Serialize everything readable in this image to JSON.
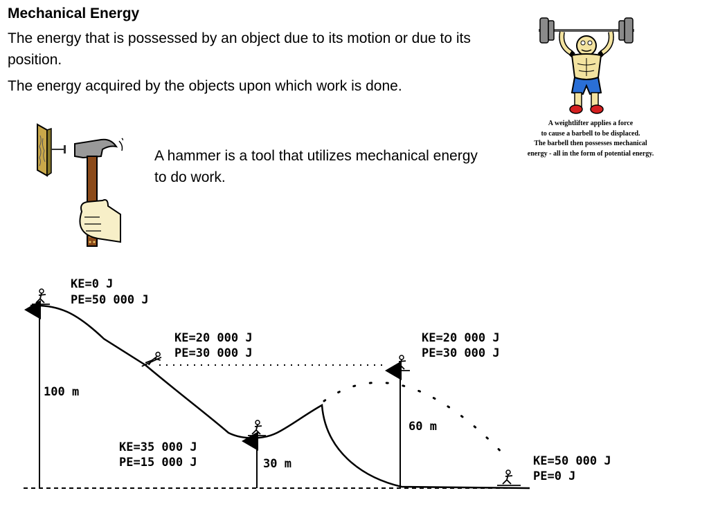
{
  "title": "Mechanical Energy",
  "definition_1": "The energy that is possessed by an object due to its motion or due to its position.",
  "definition_2": "The energy acquired by the objects upon which work is done.",
  "hammer_caption": "A hammer is a tool that utilizes mechanical energy to do work.",
  "weightlifter_caption": [
    "A weightlifter applies a force",
    "to cause a barbell to be displaced.",
    "The barbell then possesses mechanical",
    "energy - all in the form of potential energy."
  ],
  "diagram": {
    "top_ke": "KE=0 J",
    "top_pe": "PE=50 000 J",
    "slope_ke": "KE=20 000 J",
    "slope_pe": "PE=30 000 J",
    "valley_ke": "KE=35 000 J",
    "valley_pe": "PE=15 000 J",
    "apex_ke": "KE=20 000 J",
    "apex_pe": "PE=30 000 J",
    "end_ke": "KE=50 000 J",
    "end_pe": "PE=0 J",
    "height_100": "100 m",
    "height_30": "30 m",
    "height_60": "60 m"
  },
  "colors": {
    "barbell": "#8a8a8a",
    "shorts": "#2a6fd6",
    "skin": "#f3e3a0",
    "shoes": "#d42020",
    "hammer_handle": "#8b4a1a",
    "board": "#c9a84a"
  }
}
